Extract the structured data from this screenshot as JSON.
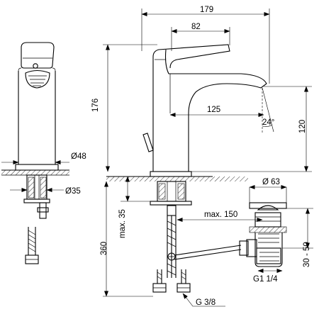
{
  "dimensions": {
    "overall_length": "179",
    "handle_to_spout": "82",
    "total_height": "176",
    "spout_reach": "125",
    "spout_height": "120",
    "spout_angle": "24°",
    "body_diameter": "Ø48",
    "thread_diameter": "Ø35",
    "max_deck": "max. 35",
    "max_horizontal": "max. 150",
    "hose_length": "360",
    "waste_diameter": "Ø 63",
    "waste_range": "30 - 50",
    "waste_thread": "G1 1/4",
    "inlet_thread": "G 3/8"
  }
}
